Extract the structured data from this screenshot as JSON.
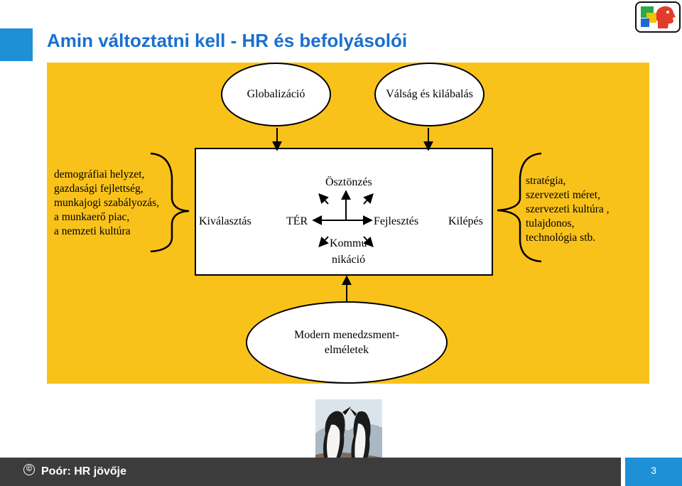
{
  "slide": {
    "title": "Amin változtatni kell - HR és befolyásolói"
  },
  "diagram": {
    "top_left": "Globalizáció",
    "top_right": "Válság és kilábalás",
    "bottom_line1": "Modern menedzsment-",
    "bottom_line2": "elméletek",
    "center": {
      "kivalasztas": "Kiválasztás",
      "ter": "TÉR",
      "osztonzes": "Ösztönzés",
      "fejlesztes": "Fejlesztés",
      "kommu_line1": "Kommu",
      "kommu_line2": "nikáció",
      "kilepes": "Kilépés"
    },
    "left_factors": [
      "demográfiai helyzet,",
      "gazdasági fejlettség,",
      "munkajogi szabályozás,",
      "a munkaerő piac,",
      "a nemzeti kultúra"
    ],
    "right_factors": [
      "stratégia,",
      "szervezeti méret,",
      "szervezeti kultúra ,",
      "tulajdonos,",
      "technológia stb."
    ]
  },
  "footer": {
    "copyright_symbol": "©",
    "text": "Poór: HR jövője",
    "page_number": "3"
  },
  "colors": {
    "accent_blue": "#1e90d6",
    "title_blue": "#1a6fd0",
    "panel_yellow": "#f9c21a",
    "footer_gray": "#3c3c3c"
  }
}
